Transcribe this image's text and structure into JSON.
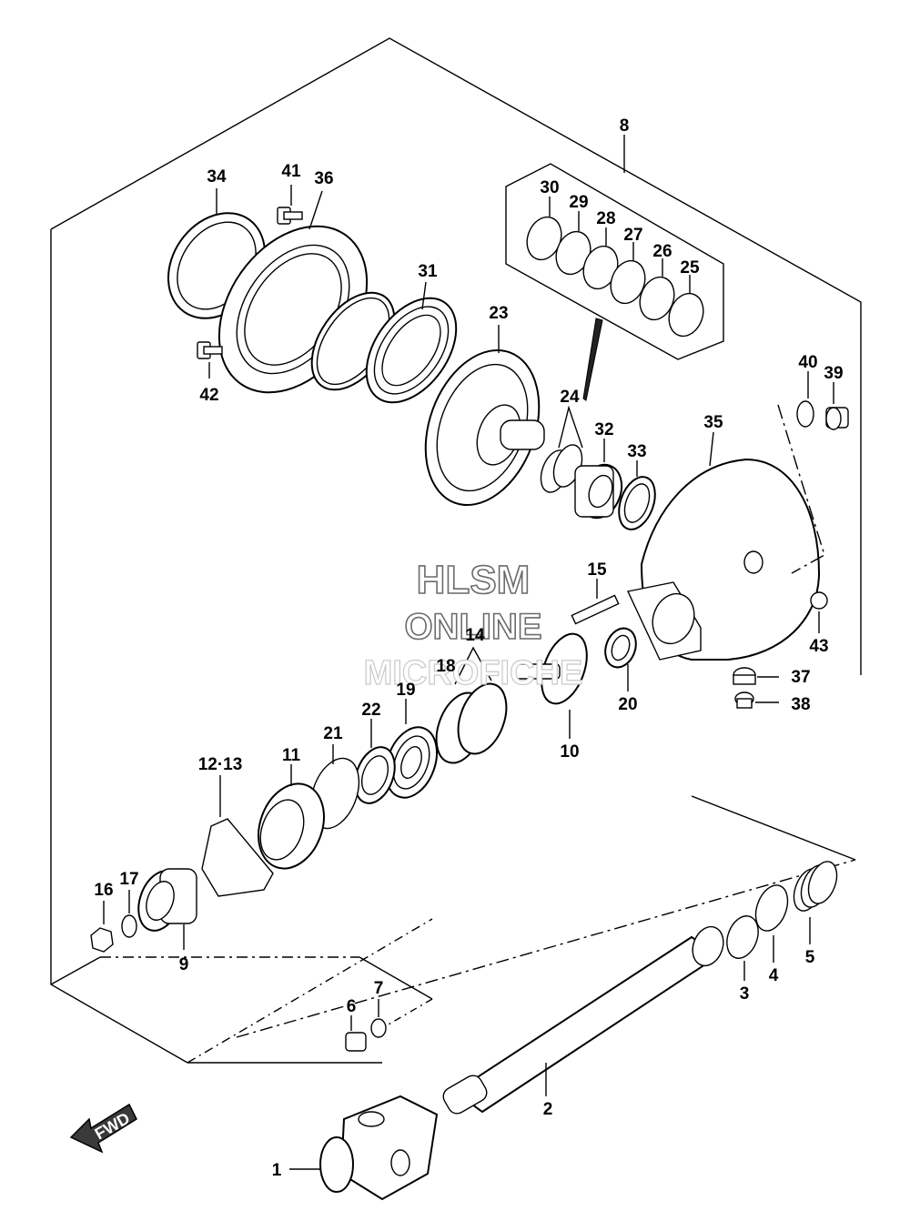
{
  "watermark": {
    "line1": "HLSM",
    "line2": "ONLINE",
    "line3": "MICROFICHE"
  },
  "direction_indicator": {
    "label": "FWD",
    "icon": "forward-arrow-icon"
  },
  "callouts": [
    {
      "id": "c1",
      "label": "1"
    },
    {
      "id": "c2",
      "label": "2"
    },
    {
      "id": "c3",
      "label": "3"
    },
    {
      "id": "c4",
      "label": "4"
    },
    {
      "id": "c5",
      "label": "5"
    },
    {
      "id": "c6",
      "label": "6"
    },
    {
      "id": "c7",
      "label": "7"
    },
    {
      "id": "c8",
      "label": "8"
    },
    {
      "id": "c9",
      "label": "9"
    },
    {
      "id": "c10",
      "label": "10"
    },
    {
      "id": "c11",
      "label": "11"
    },
    {
      "id": "c1213",
      "label": "12·13"
    },
    {
      "id": "c14",
      "label": "14"
    },
    {
      "id": "c15",
      "label": "15"
    },
    {
      "id": "c16",
      "label": "16"
    },
    {
      "id": "c17",
      "label": "17"
    },
    {
      "id": "c18",
      "label": "18"
    },
    {
      "id": "c19",
      "label": "19"
    },
    {
      "id": "c20",
      "label": "20"
    },
    {
      "id": "c21",
      "label": "21"
    },
    {
      "id": "c22",
      "label": "22"
    },
    {
      "id": "c23",
      "label": "23"
    },
    {
      "id": "c24",
      "label": "24"
    },
    {
      "id": "c25",
      "label": "25"
    },
    {
      "id": "c26",
      "label": "26"
    },
    {
      "id": "c27",
      "label": "27"
    },
    {
      "id": "c28",
      "label": "28"
    },
    {
      "id": "c29",
      "label": "29"
    },
    {
      "id": "c30",
      "label": "30"
    },
    {
      "id": "c31",
      "label": "31"
    },
    {
      "id": "c32",
      "label": "32"
    },
    {
      "id": "c33",
      "label": "33"
    },
    {
      "id": "c34",
      "label": "34"
    },
    {
      "id": "c35",
      "label": "35"
    },
    {
      "id": "c36",
      "label": "36"
    },
    {
      "id": "c37",
      "label": "37"
    },
    {
      "id": "c38",
      "label": "38"
    },
    {
      "id": "c39",
      "label": "39"
    },
    {
      "id": "c40",
      "label": "40"
    },
    {
      "id": "c41",
      "label": "41"
    },
    {
      "id": "c42",
      "label": "42"
    },
    {
      "id": "c43",
      "label": "43"
    }
  ]
}
